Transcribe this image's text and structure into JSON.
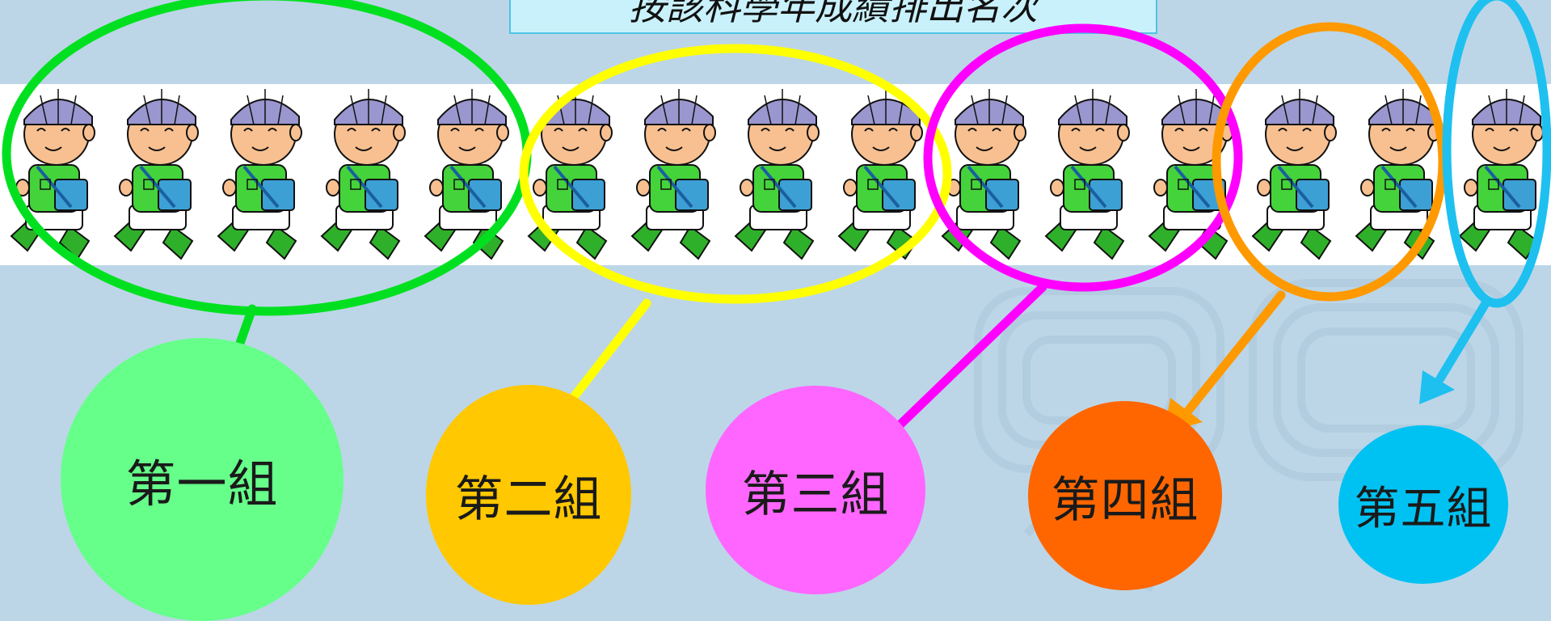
{
  "title": "按該科學年成績排出名次",
  "figure_count": 15,
  "groups": [
    {
      "label": "第一組",
      "color": "#00e020",
      "fill": "#66ff8a",
      "figures": 5
    },
    {
      "label": "第二組",
      "color": "#ffff00",
      "fill": "#ffc800",
      "figures": 4
    },
    {
      "label": "第三組",
      "color": "#ff00ff",
      "fill": "#ff66ff",
      "figures": 3
    },
    {
      "label": "第四組",
      "color": "#ff9900",
      "fill": "#ff6600",
      "figures": 2
    },
    {
      "label": "第五組",
      "color": "#1ec0f0",
      "fill": "#00c2f2",
      "figures": 1
    }
  ],
  "colors": {
    "background": "#bcd6e7",
    "strip": "#ffffff",
    "title_box": "#c9f1fb",
    "title_border": "#4fc3e6",
    "cap": "#9a96cf",
    "skin": "#f8c090",
    "shirt": "#44d33a",
    "bag": "#3da0d5"
  },
  "icons": [
    "student-figure-icon",
    "arrow-icon",
    "pattern-icon"
  ]
}
